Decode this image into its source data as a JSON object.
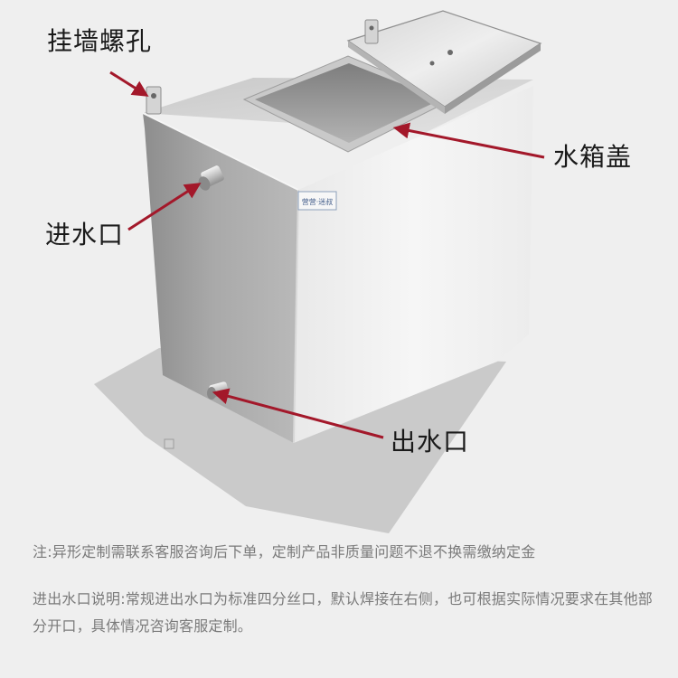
{
  "callouts": {
    "mount_holes": "挂墙螺孔",
    "lid": "水箱盖",
    "inlet": "进水口",
    "outlet": "出水口"
  },
  "badge_text": "营营·迷叔",
  "notes": {
    "custom": "注:异形定制需联系客服咨询后下单，定制产品非质量问题不退不换需缴纳定金",
    "ports": "进出水口说明:常规进出水口为标准四分丝口，默认焊接在右侧，也可根据实际情况要求在其他部分开口，具体情况咨询客服定制。"
  },
  "colors": {
    "arrow": "#a3182a",
    "background": "#efefef",
    "note_text": "#7a7a7a"
  }
}
